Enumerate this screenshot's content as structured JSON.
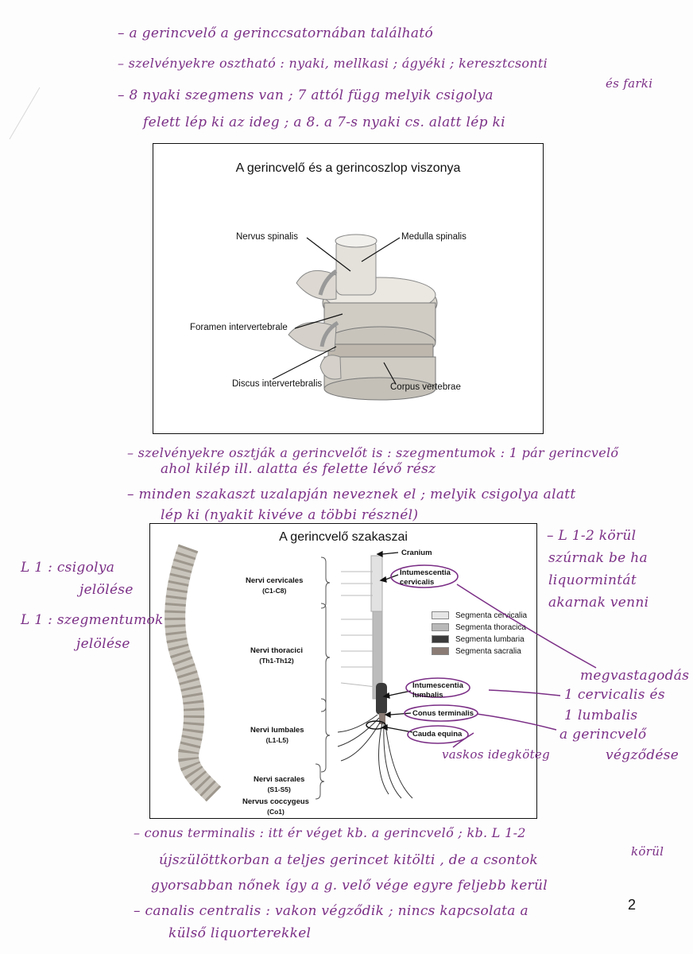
{
  "notes_top": [
    "– a gerincvelő a gerinccsatornában található",
    "– szelvényekre osztható : nyaki, mellkasi ; ágyéki ; keresztcsonti",
    "és farki",
    "– 8 nyaki szegmens van ; 7 attól függ melyik csigolya",
    "felett lép ki az ideg ; a 8. a 7-s nyaki cs. alatt lép ki"
  ],
  "figure1": {
    "title": "A gerincvelő és a gerincoszlop viszonya",
    "labels": {
      "nervus_spinalis": "Nervus spinalis",
      "medulla_spinalis": "Medulla spinalis",
      "foramen": "Foramen intervertebrale",
      "discus": "Discus intervertebralis",
      "corpus": "Corpus vertebrae"
    }
  },
  "notes_middle": [
    "– szelvényekre osztják a gerincvelőt is : szegmentumok : 1 pár gerincvelő",
    "ahol kilép ill. alatta és felette lévő rész",
    "– minden szakaszt uzalapján neveznek el ; melyik csigolya alatt",
    "lép ki (nyakit kivéve a többi résznél)"
  ],
  "figure2": {
    "title": "A gerincvelő szakaszai",
    "regions": {
      "cervicales": "Nervi cervicales",
      "cervicales_sub": "(C1-C8)",
      "thoracici": "Nervi thoracici",
      "thoracici_sub": "(Th1-Th12)",
      "lumbales": "Nervi lumbales",
      "lumbales_sub": "(L1-L5)",
      "sacrales": "Nervi sacrales",
      "sacrales_sub": "(S1-S5)",
      "coccygeus": "Nervus coccygeus",
      "coccygeus_sub": "(Co1)"
    },
    "callouts": {
      "cranium": "Cranium",
      "int_cerv_1": "Intumescentia",
      "int_cerv_2": "cervicalis",
      "int_lumb_1": "Intumescentia",
      "int_lumb_2": "lumbalis",
      "conus": "Conus terminalis",
      "cauda": "Cauda equina"
    },
    "legend": [
      {
        "label": "Segmenta cervicalia",
        "color": "#e6e6e6"
      },
      {
        "label": "Segmenta thoracica",
        "color": "#b8b8b8"
      },
      {
        "label": "Segmenta lumbaria",
        "color": "#3a3a3a"
      },
      {
        "label": "Segmenta sacralia",
        "color": "#8a7b74"
      }
    ]
  },
  "notes_left": {
    "l1a": "L 1 : csigolya",
    "l1b": "jelölése",
    "l2a": "L 1 : szegmentumok",
    "l2b": "jelölése"
  },
  "notes_right": {
    "r1": "– L 1-2 körül",
    "r2": "szúrnak be ha",
    "r3": "liquormintát",
    "r4": "akarnak venni",
    "r5": "megvastagodás",
    "r6": "1 cervicalis és",
    "r7": "1 lumbalis",
    "r8": "a gerincvelő",
    "r9": "végződése",
    "r10": "vaskos idegköteg"
  },
  "notes_bottom": [
    "– conus terminalis : itt ér véget kb. a gerincvelő ; kb. L 1-2",
    "körül",
    "újszülöttkorban a teljes gerincet kitölti , de a csontok",
    "gyorsabban nőnek így a g. velő vége egyre feljebb kerül",
    "– canalis centralis : vakon végződik ; nincs kapcsolata a",
    "külső liquorterekkel"
  ],
  "page_number": "2"
}
